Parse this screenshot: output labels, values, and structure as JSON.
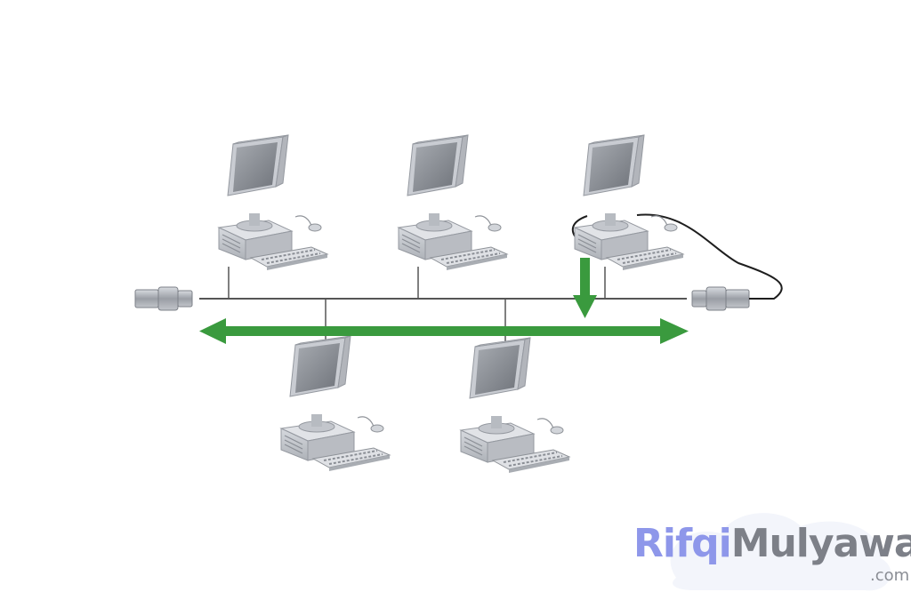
{
  "diagram": {
    "topology": "bus",
    "computers": [
      {
        "id": "pc-1",
        "row": "top"
      },
      {
        "id": "pc-2",
        "row": "top"
      },
      {
        "id": "pc-3",
        "row": "top",
        "sending": true
      },
      {
        "id": "pc-4",
        "row": "bottom"
      },
      {
        "id": "pc-5",
        "row": "bottom"
      }
    ],
    "terminators": [
      "left-terminator",
      "right-terminator"
    ],
    "signal_direction": "both ways along the bus",
    "colors": {
      "signal": "#3a9a3e",
      "bus_cable": "#555555",
      "device_body": "#c9ccd2",
      "screen": "#8f939a"
    }
  },
  "watermark": {
    "first": "Rifqi",
    "second": "Mulyawan",
    "domain": ".com",
    "colors": {
      "first": "#8e97ea",
      "second": "#7d8088"
    }
  }
}
